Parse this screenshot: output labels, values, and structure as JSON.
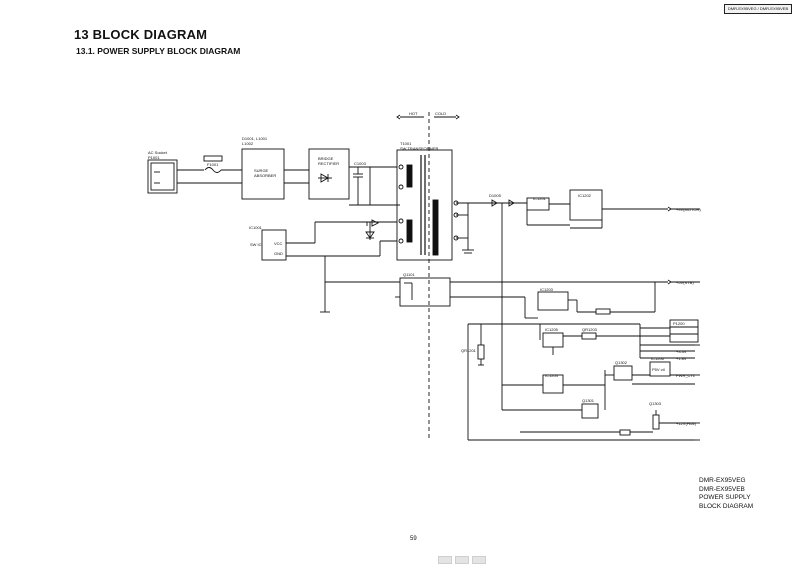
{
  "header": {
    "doc_ref": "DMR-EX95VEG / DMR-EX95VEB",
    "title": "13 BLOCK DIAGRAM",
    "subtitle": "13.1.   POWER SUPPLY BLOCK DIAGRAM"
  },
  "regions": {
    "hot": "HOT",
    "cold": "COLD"
  },
  "blocks": {
    "ac_socket": "AC Socket\nP1001",
    "fuse_ref": "F1001",
    "surge_ref": "D1001, L1001\nL1002",
    "surge_block": "SURGE\nABSORBER",
    "bridge_block": "BRIDGE\nRECTIFIER",
    "cap_ref": "C1003",
    "transformer_ref": "T1001\nSW TRANSFORMER",
    "ic_ref": "IC1001",
    "ic_label": "SW IC",
    "ic_pins": [
      "VCC",
      "GND"
    ],
    "diode_ref": "D1005",
    "ic_a": "IC1201",
    "ic_b": "IC1202",
    "photocoupler": "Q1101",
    "ic_c": "IC1203",
    "ic_d": "IC1205",
    "ic_e": "IC1204",
    "ic_f": "Q1301",
    "ic_g": "Q1302",
    "ic_h": "Q1303",
    "qr1": "QR1203",
    "qr2": "QR1201",
    "ic_box": "IC1206",
    "box_label": "P5V ctl",
    "outputs": [
      "+9V(MOTOR)",
      "+5V(STB)",
      "+3.3V",
      "+1.8V",
      "PWR_CTL",
      "+12V(FAN)"
    ],
    "connector_ref": "P1200"
  },
  "model": {
    "line1": "DMR-EX95VEG",
    "line2": "DMR-EX95VEB",
    "line3": "POWER SUPPLY",
    "line4": "BLOCK DIAGRAM"
  },
  "page_number": "59"
}
